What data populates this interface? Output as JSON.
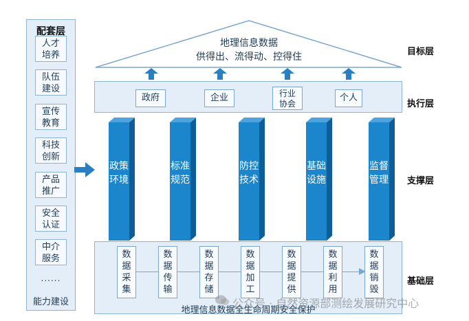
{
  "left_column": {
    "title": "配套层",
    "items": [
      "人才\n培养",
      "队伍\n建设",
      "宣传\n教育",
      "科技\n创新",
      "产品\n推广",
      "安全\n认证",
      "中介\n服务"
    ],
    "ellipsis": "......",
    "bottom_label": "能力建设"
  },
  "roof": {
    "line1": "地理信息数据",
    "line2": "供得出、流得动、控得住"
  },
  "execution": {
    "items": [
      "政府",
      "企业",
      "行业\n协会",
      "个人"
    ]
  },
  "pillars": [
    "政策\n环境",
    "标准\n规范",
    "防控\n技术",
    "基础\n设施",
    "监督\n管理"
  ],
  "foundation": {
    "items": [
      "数\n据\n采\n集",
      "数\n据\n传\n输",
      "数\n据\n存\n储",
      "数\n据\n加\n工",
      "数\n据\n提\n供",
      "数\n据\n利\n用",
      "数\n据\n销\n毁"
    ],
    "caption": "地理信息数据全生命周期安全保护"
  },
  "layers": {
    "goal": "目标层",
    "execution": "执行层",
    "support": "支撑层",
    "foundation": "基础层"
  },
  "watermark": "公众号 · 自然资源部测绘发展研究中心",
  "colors": {
    "pillar_front": "#1b86cc",
    "pillar_side": "#0d5e98",
    "band_fill": "#e3eef8",
    "border": "#8db4d6",
    "arrow": "#2a7fc1"
  }
}
